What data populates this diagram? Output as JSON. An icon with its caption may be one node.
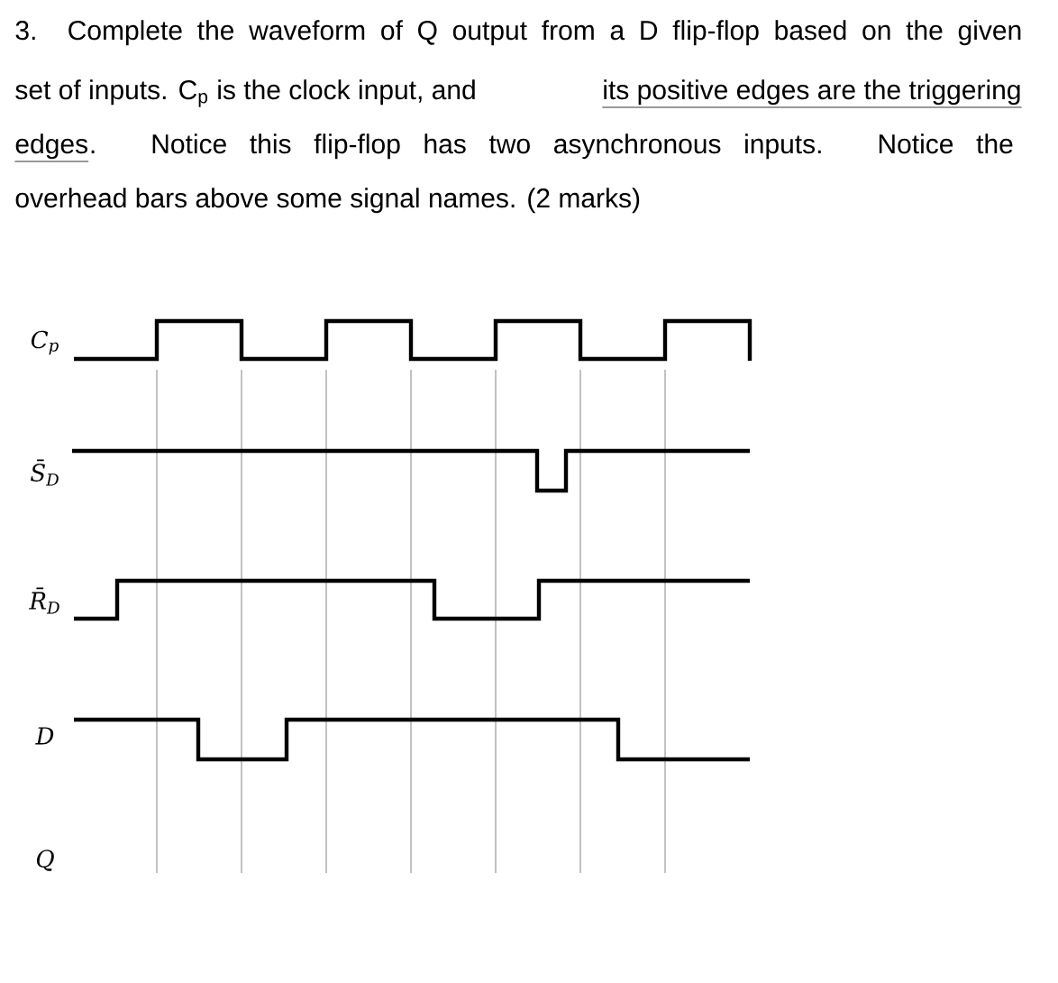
{
  "diagram": {
    "labels": [
      "3. Complete the waveform of Q output from a D flip-flop based on the given",
      "set of inputs. C$_{p}$ is the clock input, and",
      "its positive edges are the triggering",
      "edges",
      ". Notice this flip-flop has two asynchronous inputs. Notice the",
      "overhead bars above some signal names. (2 marks)",
      "C$_{p}$",
      "S̄$_{D}$",
      "R̄$_{D}$",
      "D",
      "Q"
    ]
  }
}
